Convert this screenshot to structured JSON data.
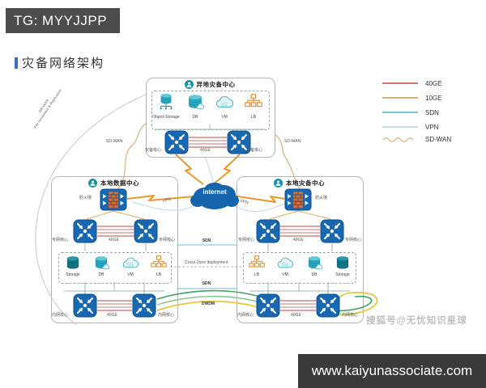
{
  "banner": {
    "tg": "TG: MYYJJPP"
  },
  "page": {
    "title": "灾备网络架构"
  },
  "legend": {
    "items": [
      {
        "label": "40GE",
        "color": "#d9706a",
        "style": "solid"
      },
      {
        "label": "10GE",
        "color": "#d8b278",
        "style": "solid"
      },
      {
        "label": "SDN",
        "color": "#7fc0dc",
        "style": "solid"
      },
      {
        "label": "VPN",
        "color": "#c3dcea",
        "style": "solid"
      },
      {
        "label": "SD-WAN",
        "color": "#d8b278",
        "style": "wavy"
      }
    ]
  },
  "remote_center": {
    "title": "异地灾备中心",
    "items": [
      {
        "label": "Object Storage"
      },
      {
        "label": "DB"
      },
      {
        "label": "VM"
      },
      {
        "label": "LB"
      }
    ],
    "switch_left_label": "灾备核心",
    "switch_right_label": "灾备核心",
    "link_label": "40GE"
  },
  "local_dc": {
    "title": "本地数据中心",
    "firewall_label": "防火墙",
    "core_left_label": "专网核心",
    "core_right_label": "专网核心",
    "core_link_label": "40GE",
    "items": [
      {
        "label": "Storage"
      },
      {
        "label": "DB"
      },
      {
        "label": "VM"
      },
      {
        "label": "LB"
      }
    ],
    "inner_left_label": "内网核心",
    "inner_right_label": "内网核心",
    "inner_link_label": "40GE"
  },
  "local_dr": {
    "title": "本地灾备中心",
    "firewall_label": "防火墙",
    "core_left_label": "专网核心",
    "core_right_label": "专网核心",
    "core_link_label": "40GE",
    "items": [
      {
        "label": "LB"
      },
      {
        "label": "VM"
      },
      {
        "label": "DB"
      },
      {
        "label": "Storage"
      }
    ],
    "inner_left_label": "内网核心",
    "inner_right_label": "内网核心",
    "inner_link_label": "40GE"
  },
  "wan": {
    "internet_label": "internet",
    "sdwan_left_label": "SD-WAN",
    "sdwan_right_label": "SD-WAN",
    "vpn_left_label": "VPN",
    "vpn_right_label": "VPN",
    "arc_label_line1": "DR-WAN",
    "arc_label_line2": "File movement & Replication"
  },
  "interconnect": {
    "sdn_top_label": "SDN",
    "cross_zone_label": "Cross-Zone deployment",
    "sdn_bottom_label": "SDN",
    "dwdm_label": "DWDM"
  },
  "watermark": "搜狐号@无忧知识星球",
  "footer": {
    "url": "www.kaiyunassociate.com"
  }
}
